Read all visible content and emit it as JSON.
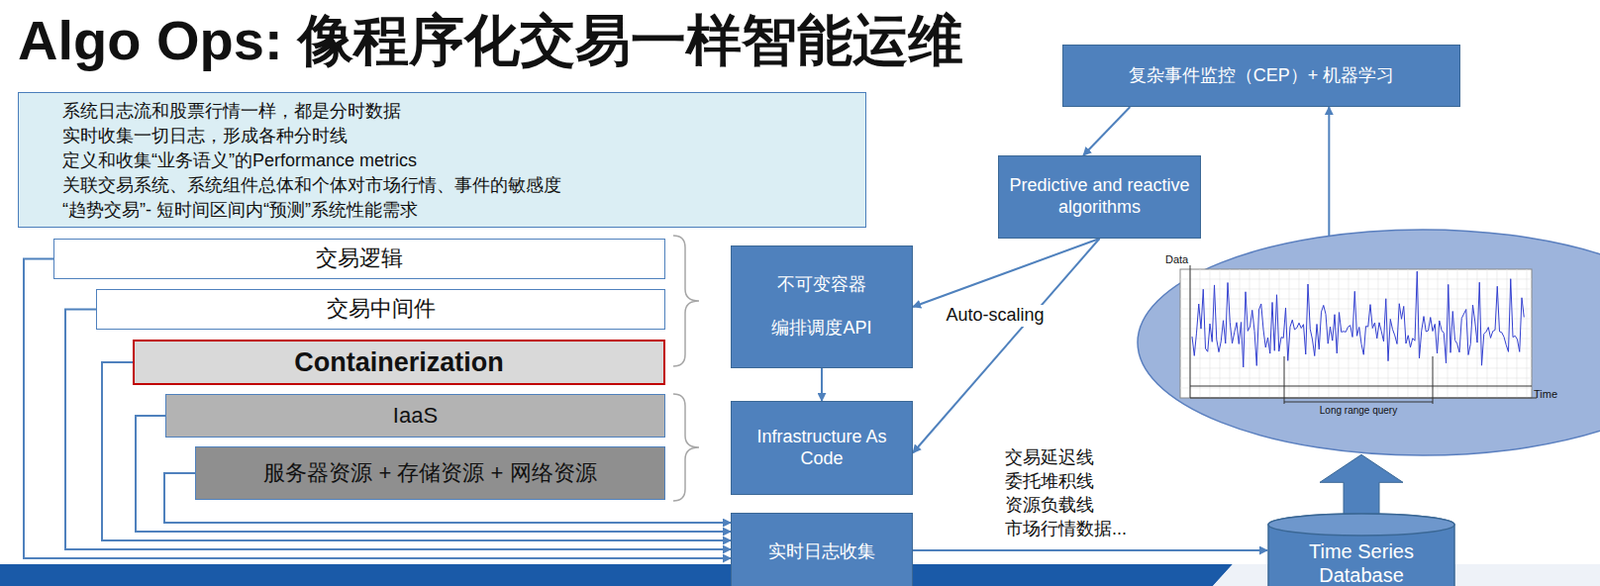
{
  "diagram": {
    "title": "Algo Ops: 像程序化交易一样智能运维",
    "nodes": [
      {
        "text": [
          "系统日志流和股票行情一样，都是分时数据",
          "实时收集一切日志，形成各种分时线",
          "定义和收集“业务语义”的Performance metrics",
          "关联交易系统、系统组件总体和个体对市场行情、事件的敏感度",
          "“趋势交易”- 短时间区间内“预测”系统性能需求"
        ]
      },
      {
        "text": [
          "交易逻辑"
        ]
      },
      {
        "text": [
          "交易中间件"
        ]
      },
      {
        "text": [
          "Containerization"
        ]
      },
      {
        "text": [
          "IaaS"
        ]
      },
      {
        "text": [
          "服务器资源 + 存储资源 + 网络资源"
        ]
      },
      {
        "text": [
          "不可变容器",
          "编排调度API"
        ]
      },
      {
        "text": [
          "Infrastructure As Code"
        ]
      },
      {
        "text": [
          "实时日志收集"
        ]
      },
      {
        "text": [
          "复杂事件监控（CEP）+ 机器学习"
        ]
      },
      {
        "text": [
          "Predictive and reactive algorithms"
        ]
      },
      {
        "text": [
          "Data",
          "Long range query",
          "Time"
        ]
      },
      {
        "text": [
          "Time Series Database"
        ]
      }
    ],
    "edges": [
      {
        "from": 1,
        "to": 8,
        "arrow": "to"
      },
      {
        "from": 2,
        "to": 8,
        "arrow": "to"
      },
      {
        "from": 3,
        "to": 8,
        "arrow": "to"
      },
      {
        "from": 4,
        "to": 8,
        "arrow": "to"
      },
      {
        "from": 5,
        "to": 8,
        "arrow": "to"
      },
      {
        "from": 6,
        "to": 7,
        "arrow": "to"
      },
      {
        "from": 10,
        "to": 6,
        "arrow": "to"
      },
      {
        "from": 10,
        "to": 7,
        "label": "Auto-scaling",
        "arrow": "to"
      },
      {
        "from": 9,
        "to": 10,
        "arrow": "to"
      },
      {
        "from": 11,
        "to": 9,
        "arrow": "to"
      },
      {
        "from": 12,
        "to": 11,
        "arrow": "to"
      },
      {
        "from": 8,
        "to": 12,
        "arrow": "to"
      }
    ],
    "labels": [
      "交易延迟线",
      "委托堆积线",
      "资源负载线",
      "市场行情数据..."
    ]
  }
}
